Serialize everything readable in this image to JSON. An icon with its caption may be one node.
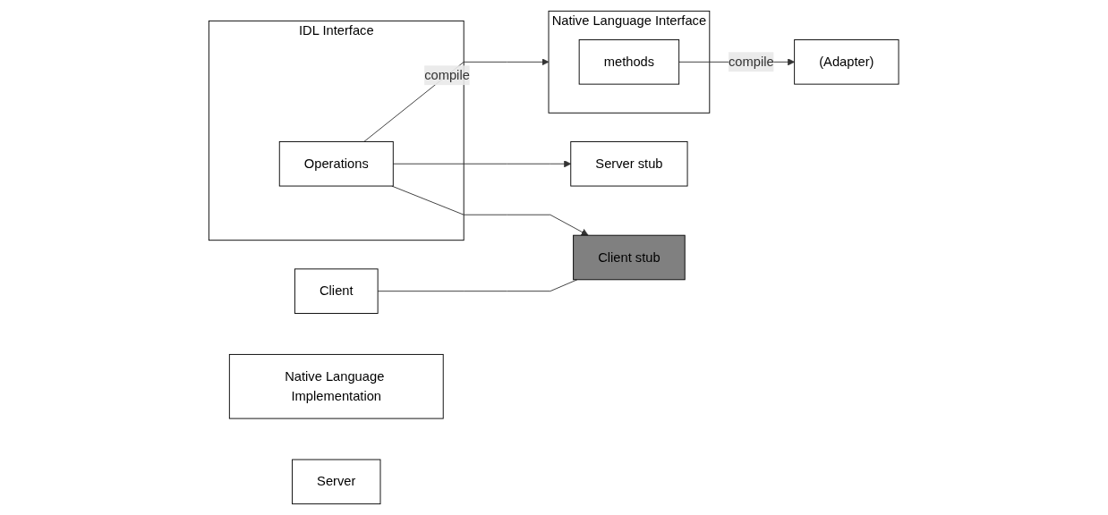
{
  "diagram": {
    "nodes": [
      {
        "text": [
          "IDL Interface"
        ]
      },
      {
        "text": [
          "Operations"
        ],
        "in": 0
      },
      {
        "text": [
          "Client"
        ]
      },
      {
        "text": [
          "Client stub"
        ]
      },
      {
        "text": [
          "Native Language Interface"
        ]
      },
      {
        "text": [
          "methods"
        ],
        "in": 4
      },
      {
        "text": [
          "Native Language Implementation"
        ]
      },
      {
        "text": [
          "Server stub"
        ]
      },
      {
        "text": [
          "(Adapter)"
        ]
      },
      {
        "text": [
          "Server"
        ]
      }
    ],
    "edges": [
      {
        "from": 1,
        "to": 3,
        "arrow": "to"
      },
      {
        "from": 1,
        "to": 7,
        "arrow": "to"
      },
      {
        "from": 1,
        "to": 4,
        "arrow": "to",
        "label": "compile"
      },
      {
        "from": 5,
        "to": 8,
        "arrow": "to",
        "label": "compile"
      },
      {
        "from": 2,
        "to": 3,
        "arrow": "none"
      }
    ]
  }
}
